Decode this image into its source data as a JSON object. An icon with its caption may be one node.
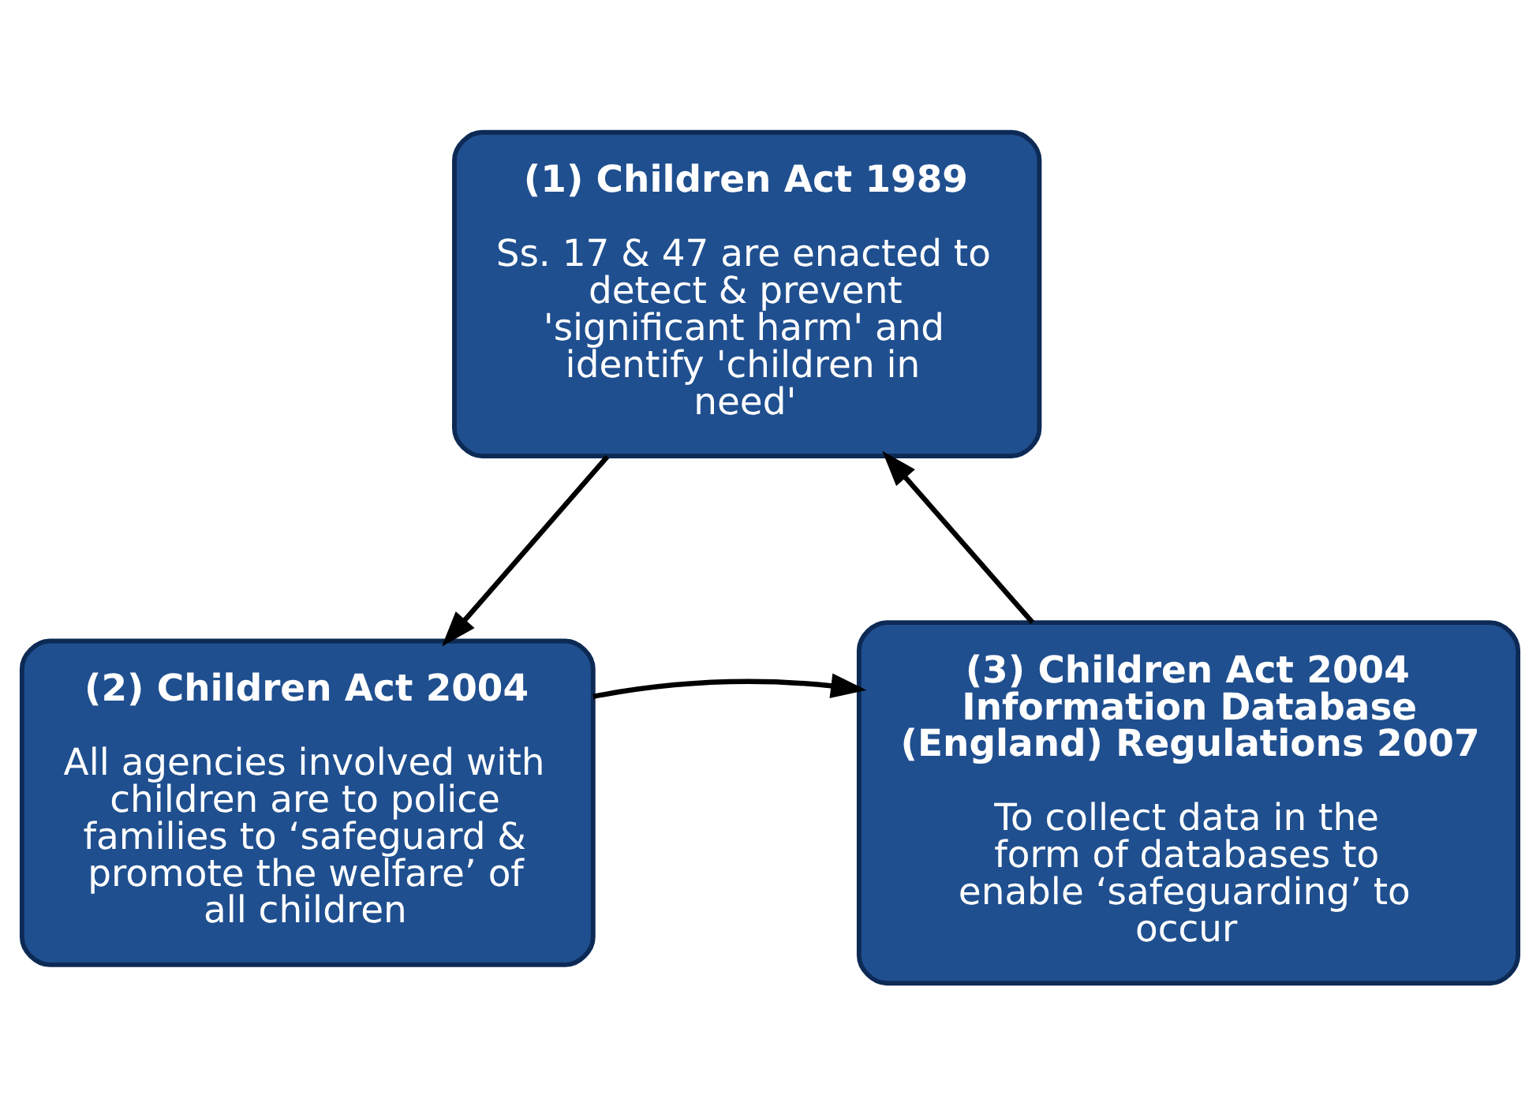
{
  "diagram": {
    "nodes": [
      {
        "text": [
          "(1) Children Act 1989",
          "Ss. 17 & 47 are enacted to detect & prevent 'significant harm' and identify 'children in need'"
        ]
      },
      {
        "text": [
          "(2) Children Act 2004",
          "All agencies involved with children are to police families to ‘safeguard & promote the welfare’ of all children"
        ]
      },
      {
        "text": [
          "(3) Children Act 2004 Information Database (England) Regulations 2007",
          "To collect data in the form of databases to enable ‘safeguarding’ to occur"
        ]
      }
    ],
    "edges": [
      {
        "from": 0,
        "to": 1,
        "arrow": "to"
      },
      {
        "from": 1,
        "to": 2,
        "arrow": "to"
      },
      {
        "from": 2,
        "to": 0,
        "arrow": "to"
      }
    ]
  }
}
